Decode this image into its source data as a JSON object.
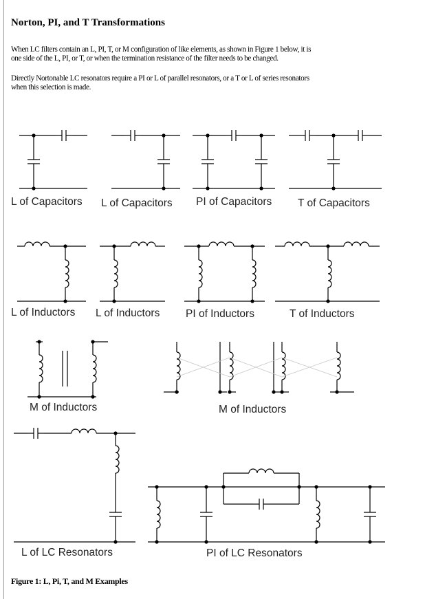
{
  "document": {
    "title": "Norton, PI, and T Transformations",
    "paragraph1": {
      "line1": "When LC filters contain an L, PI, T, or M configuration of like elements, as shown in Figure 1 below, it is",
      "line2": "one side of the L, PI, or T, or when the termination resistance of the filter needs to be changed."
    },
    "paragraph2": {
      "line1": "Directly Nortonable LC resonators require a PI or L of parallel resonators, or a T or L of series resonators",
      "line2": "when this selection is made."
    },
    "labels": {
      "l_caps_1": "L of Capacitors",
      "l_caps_2": "L of Capacitors",
      "pi_caps": "PI of Capacitors",
      "t_caps": "T of Capacitors",
      "l_ind_1": "L of Inductors",
      "l_ind_2": "L of Inductors",
      "pi_ind": "PI of Inductors",
      "t_ind": "T of Inductors",
      "m_ind_1": "M of Inductors",
      "m_ind_2": "M of Inductors",
      "l_lc": "L of LC Resonators",
      "pi_lc": "PI of LC Resonators"
    },
    "caption": "Figure 1: L, Pi, T, and M Examples"
  }
}
